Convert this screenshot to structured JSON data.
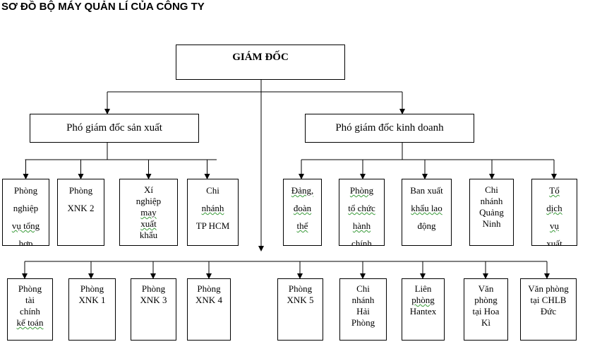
{
  "title": "SƠ ĐỒ BỘ MÁY QUẢN LÍ CỦA CÔNG TY",
  "director": "GIÁM ĐỐC",
  "deputies": {
    "production": "Phó giám đốc sản xuất",
    "business": "Phó giám đốc kinh doanh"
  },
  "production_units": [
    [
      "Phòng",
      "nghiệp",
      "vụ tổng",
      "hợp"
    ],
    [
      "Phòng",
      "XNK 2"
    ],
    [
      "Xí",
      "nghiệp",
      "may",
      "xuất",
      "khẩu"
    ],
    [
      "Chi",
      "nhánh",
      "TP HCM"
    ]
  ],
  "business_units": [
    [
      "Đảng,",
      "đoàn",
      "thể"
    ],
    [
      "Phòng",
      "tổ chức",
      "hành",
      "chính"
    ],
    [
      "Ban xuất",
      "khẩu lao",
      "động"
    ],
    [
      "Chi",
      "nhánh",
      "Quảng",
      "Ninh"
    ],
    [
      "Tổ",
      "dịch",
      "vụ",
      "xuất"
    ]
  ],
  "bottom_units": [
    [
      "Phòng",
      "tài",
      "chính",
      "kế toán"
    ],
    [
      "Phòng",
      "XNK 1"
    ],
    [
      "Phòng",
      "XNK 3"
    ],
    [
      "Phòng",
      "XNK 4"
    ],
    [
      "Phòng",
      "XNK 5"
    ],
    [
      "Chi",
      "nhánh",
      "Hải",
      "Phòng"
    ],
    [
      "Liên",
      "phòng",
      "Hantex"
    ],
    [
      "Văn",
      "phòng",
      "tại Hoa",
      "Kì"
    ],
    [
      "Văn phòng",
      "tại CHLB",
      "Đức"
    ]
  ]
}
